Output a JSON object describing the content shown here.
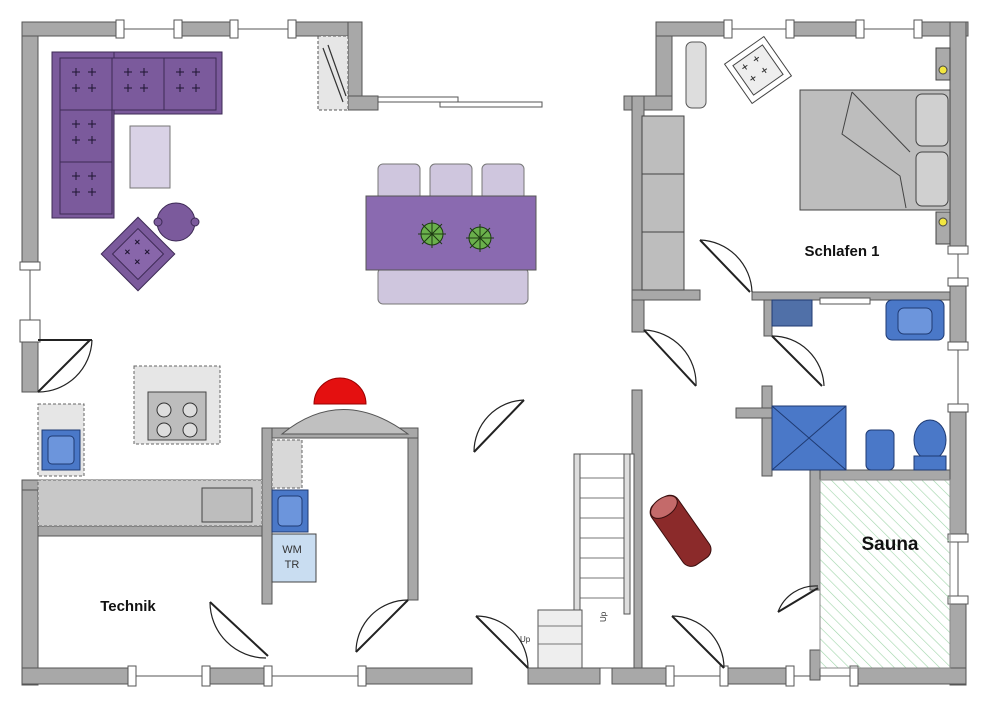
{
  "floorplan": {
    "rooms": {
      "bedroom": "Schlafen 1",
      "sauna": "Sauna",
      "technik": "Technik"
    },
    "appliance_label": [
      "WM",
      "TR"
    ],
    "stair_labels": [
      "Up",
      "Up"
    ]
  },
  "colors": {
    "wall": "#a8a8a8",
    "furniture_purple": "#7b5a9c",
    "table_purple": "#8a6ab0",
    "chair_lilac": "#cfc6de",
    "fixture_blue": "#4a78c8",
    "countertop_gray": "#c8c8c8",
    "lamp_red": "#e41010",
    "bench_red": "#8b2a2a",
    "sauna_green": "#b8e2c0"
  },
  "icons": [
    "sofa-icon",
    "armchair-icon",
    "dining-table-icon",
    "plant-icon",
    "bed-icon",
    "sink-icon",
    "shower-icon",
    "toilet-icon",
    "stove-icon",
    "stairs-icon"
  ]
}
